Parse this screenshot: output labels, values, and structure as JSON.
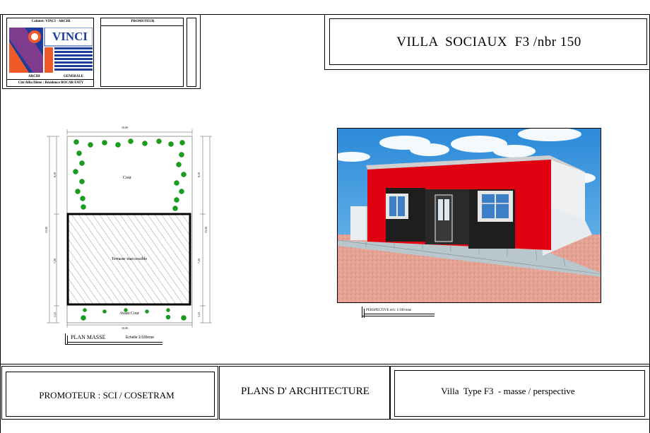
{
  "cartouche": {
    "cabinet_label": "Cabinet: VINCI - ARCHI",
    "logo_text": "VINCI",
    "archi_label": "ARCHI",
    "generale_label": "GENERALE",
    "address": "Cité Allia Diène : Résidence BOCAR FATY",
    "promoteur_header": "PROMOTEUR"
  },
  "header": {
    "title": "VILLA  SOCIAUX  F3 /nbr 150"
  },
  "plan_masse": {
    "dim_top": "10,00",
    "dim_bottom": "10,00",
    "dim_left_total": "13,00",
    "dim_left_top": "6,10",
    "dim_left_mid": "7,20",
    "dim_left_bot": "1,15",
    "dim_right_total": "13,00",
    "dim_right_top": "6,10",
    "dim_right_mid": "7,20",
    "dim_right_bot": "1,15",
    "cour_label": "Cour",
    "terrasse_label": "Terrasse inaccessible",
    "avant_cour_label": "Avant Cour",
    "caption_title": "PLAN MASSE",
    "caption_scale": "Echelle:1/100ème"
  },
  "perspective": {
    "caption": "PERSPECTIVE éch: 1/100 ème"
  },
  "footer": {
    "promoteur": "PROMOTEUR : SCI / COSETRAM",
    "plans": "PLANS D' ARCHITECTURE",
    "villa_type": "Villa  Type F3  - masse / perspective"
  },
  "colors": {
    "wall_red": "#e1000f",
    "wall_black": "#1e1e1e",
    "sky": "#3f9be0",
    "ground": "#e8a79a",
    "logo_blue": "#1d3d9c",
    "logo_orange": "#f05a28",
    "tree_green": "#14a018"
  }
}
